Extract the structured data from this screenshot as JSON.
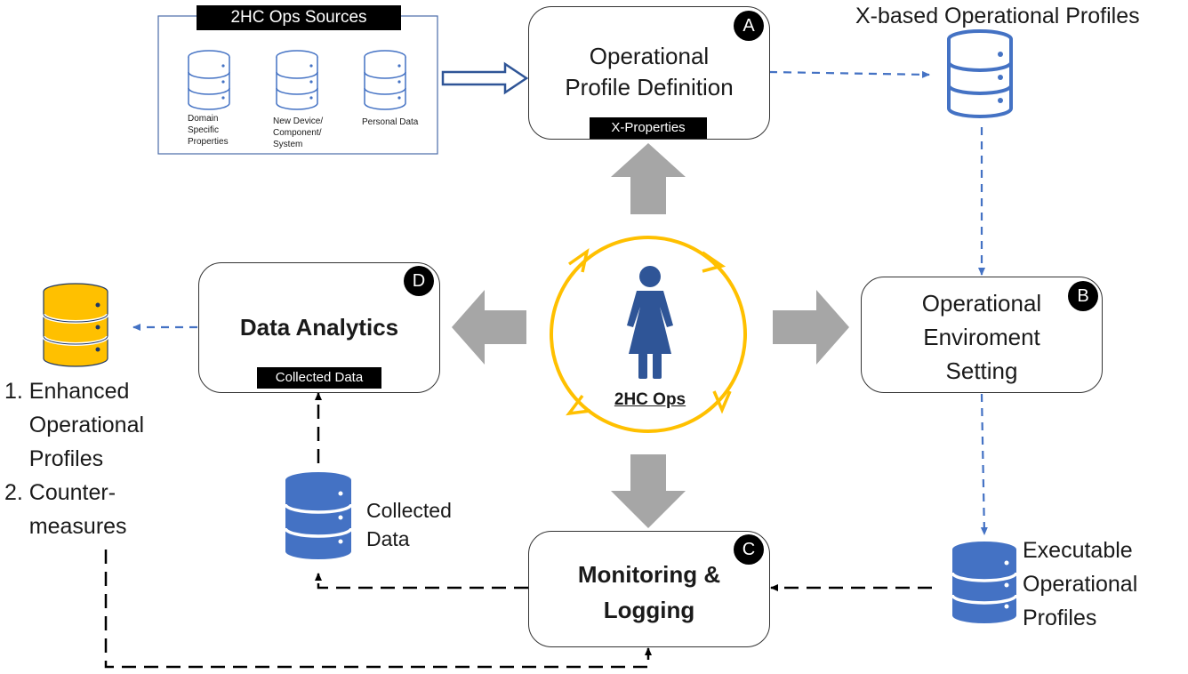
{
  "sources": {
    "title": "2HC Ops Sources",
    "items": [
      {
        "label": "Domain\nSpecific\nProperties"
      },
      {
        "label": "New Device/\nComponent/\nSystem"
      },
      {
        "label": "Personal Data"
      }
    ]
  },
  "nodes": {
    "a": {
      "badge": "A",
      "title": "Operational\nProfile Definition",
      "tag": "X-Properties"
    },
    "b": {
      "badge": "B",
      "title": "Operational\nEnviroment\nSetting"
    },
    "c": {
      "badge": "C",
      "title": "Monitoring &\nLogging"
    },
    "d": {
      "badge": "D",
      "title": "Data Analytics",
      "tag": "Collected Data"
    }
  },
  "center": {
    "label": "2HC Ops"
  },
  "stores": {
    "x_based": {
      "label": "X-based Operational Profiles"
    },
    "executable": {
      "label": "Executable\nOperational\nProfiles"
    },
    "collected": {
      "label": "Collected\nData"
    },
    "outputs": {
      "label": "1. Enhanced\n    Operational\n    Profiles\n2. Counter-\n    measures"
    }
  },
  "colors": {
    "blue": "#4472C4",
    "yellow": "#FFC000",
    "person": "#2F5597",
    "grey_arrow": "#A6A6A6"
  }
}
